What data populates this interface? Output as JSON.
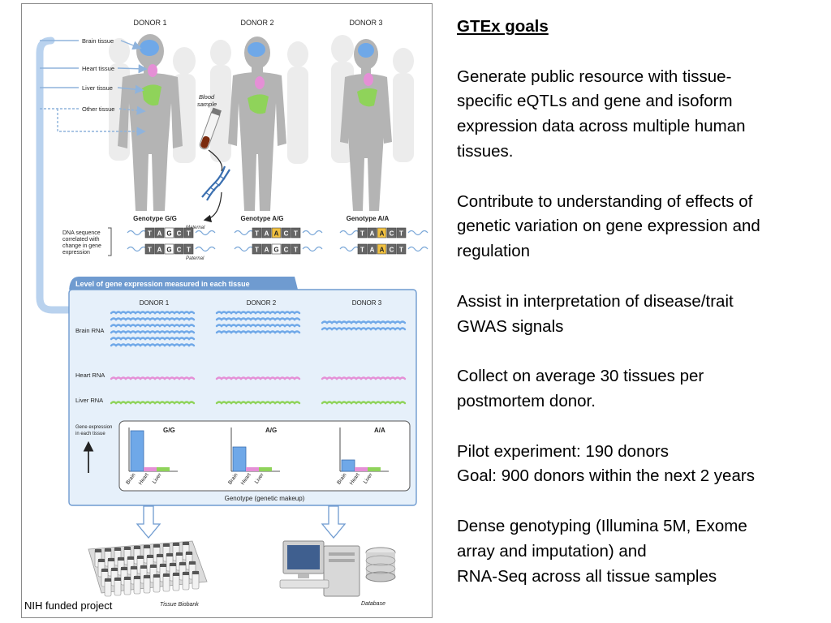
{
  "figure": {
    "donors": [
      "DONOR 1",
      "DONOR 2",
      "DONOR 3"
    ],
    "tissue_labels": [
      "Brain tissue",
      "Heart tissue",
      "Liver tissue",
      "Other tissue"
    ],
    "blood_sample_lines": [
      "Blood",
      "sample"
    ],
    "genotype_labels": [
      "Genotype G/G",
      "Genotype A/G",
      "Genotype A/A"
    ],
    "dna_caption_lines": [
      "DNA sequence",
      "correlated with",
      "change in gene",
      "expression"
    ],
    "maternal": "Maternal",
    "paternal": "Paternal",
    "dna_bases": [
      "T",
      "A",
      "G",
      "C",
      "T"
    ],
    "variant_bases": {
      "donor1": [
        "G",
        "G"
      ],
      "donor2": [
        "A",
        "G"
      ],
      "donor3": [
        "A",
        "A"
      ]
    },
    "panel_title": "Level of gene expression measured in each tissue",
    "rna_labels": [
      "Brain RNA",
      "Heart RNA",
      "Liver RNA"
    ],
    "gene_expression_label_lines": [
      "Gene expression",
      "in each tissue"
    ],
    "bar_genotypes": [
      "G/G",
      "A/G",
      "A/A"
    ],
    "bar_tissues": [
      "Brain",
      "Heart",
      "Liver"
    ],
    "genotype_axis_label": "Genotype (genetic makeup)",
    "tissue_biobank": "Tissue Biobank",
    "database": "Database",
    "colors": {
      "brain": "#6fa8e8",
      "heart": "#e58fd6",
      "liver": "#8fd35a",
      "panel_bg": "#e6f0fa",
      "panel_header": "#6f9bd0"
    }
  },
  "chart_data": {
    "type": "bar",
    "categories": [
      "Brain",
      "Heart",
      "Liver"
    ],
    "series": [
      {
        "name": "G/G",
        "values": [
          1.0,
          0.1,
          0.1
        ]
      },
      {
        "name": "A/G",
        "values": [
          0.6,
          0.1,
          0.1
        ]
      },
      {
        "name": "A/A",
        "values": [
          0.28,
          0.1,
          0.1
        ]
      }
    ],
    "xlabel": "Genotype (genetic makeup)",
    "ylabel": "Gene expression in each tissue"
  },
  "caption": "NIH funded project",
  "text_panel": {
    "title": "GTEx goals",
    "paragraphs": [
      [
        "Generate public resource with tissue-",
        "specific eQTLs and gene and isoform",
        "expression data across multiple human",
        "tissues."
      ],
      [
        "Contribute to understanding of effects of",
        "genetic variation on gene expression and",
        "regulation"
      ],
      [
        "Assist in interpretation of disease/trait",
        "GWAS signals"
      ],
      [
        "Collect on average 30 tissues per",
        "postmortem donor."
      ],
      [
        "Pilot experiment: 190 donors",
        "Goal: 900 donors within the next 2 years"
      ],
      [
        "Dense genotyping (Illumina 5M, Exome",
        "array and imputation) and",
        "RNA-Seq across all tissue samples"
      ]
    ]
  }
}
